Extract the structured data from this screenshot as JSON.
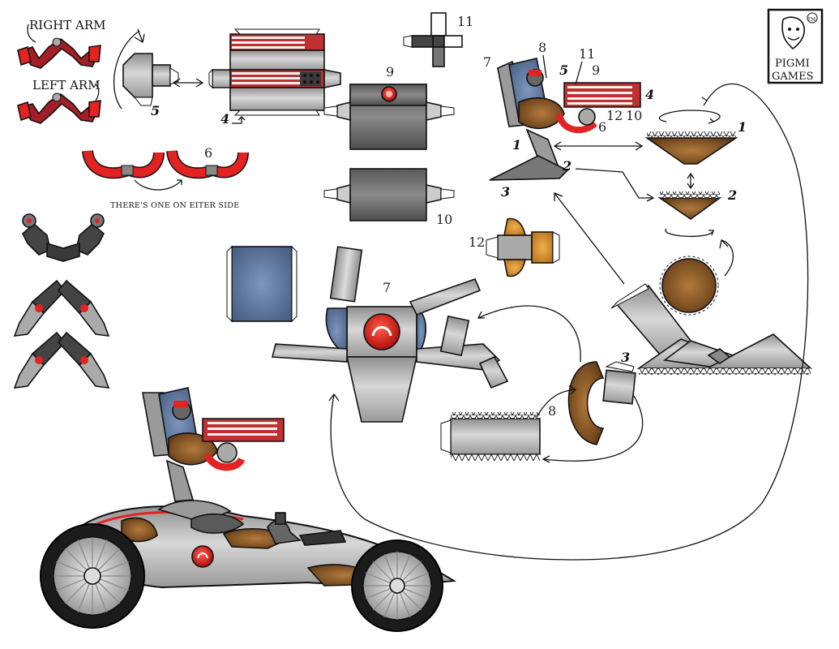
{
  "labels": {
    "right_arm": "RIGHT ARM",
    "left_arm": "LEFT ARM",
    "note": "THERE'S ONE ON EITER SIDE",
    "n1a": "1",
    "n1b": "1",
    "n2a": "2",
    "n2b": "2",
    "n3a": "3",
    "n3b": "3",
    "n4a": "4",
    "n4b": "4",
    "n5a": "5",
    "n5b": "5",
    "n6a": "6",
    "n6b": "6",
    "n7a": "7",
    "n7b": "7",
    "n8a": "8",
    "n8b": "8",
    "n9a": "9",
    "n9b": "9",
    "n10a": "10",
    "n10b": "10",
    "n11a": "11",
    "n11b": "11",
    "n12a": "12",
    "n12b": "12"
  },
  "logo": {
    "line1": "PIGMI",
    "line2": "GAMES",
    "badge": "TM"
  },
  "colors": {
    "metal": "#b9b9b9",
    "metal_dark": "#8e8e8e",
    "red": "#e32222",
    "rust": "#8a5a28",
    "denim": "#56709a",
    "orange": "#d68a2a",
    "tire": "#1b1b1b"
  }
}
